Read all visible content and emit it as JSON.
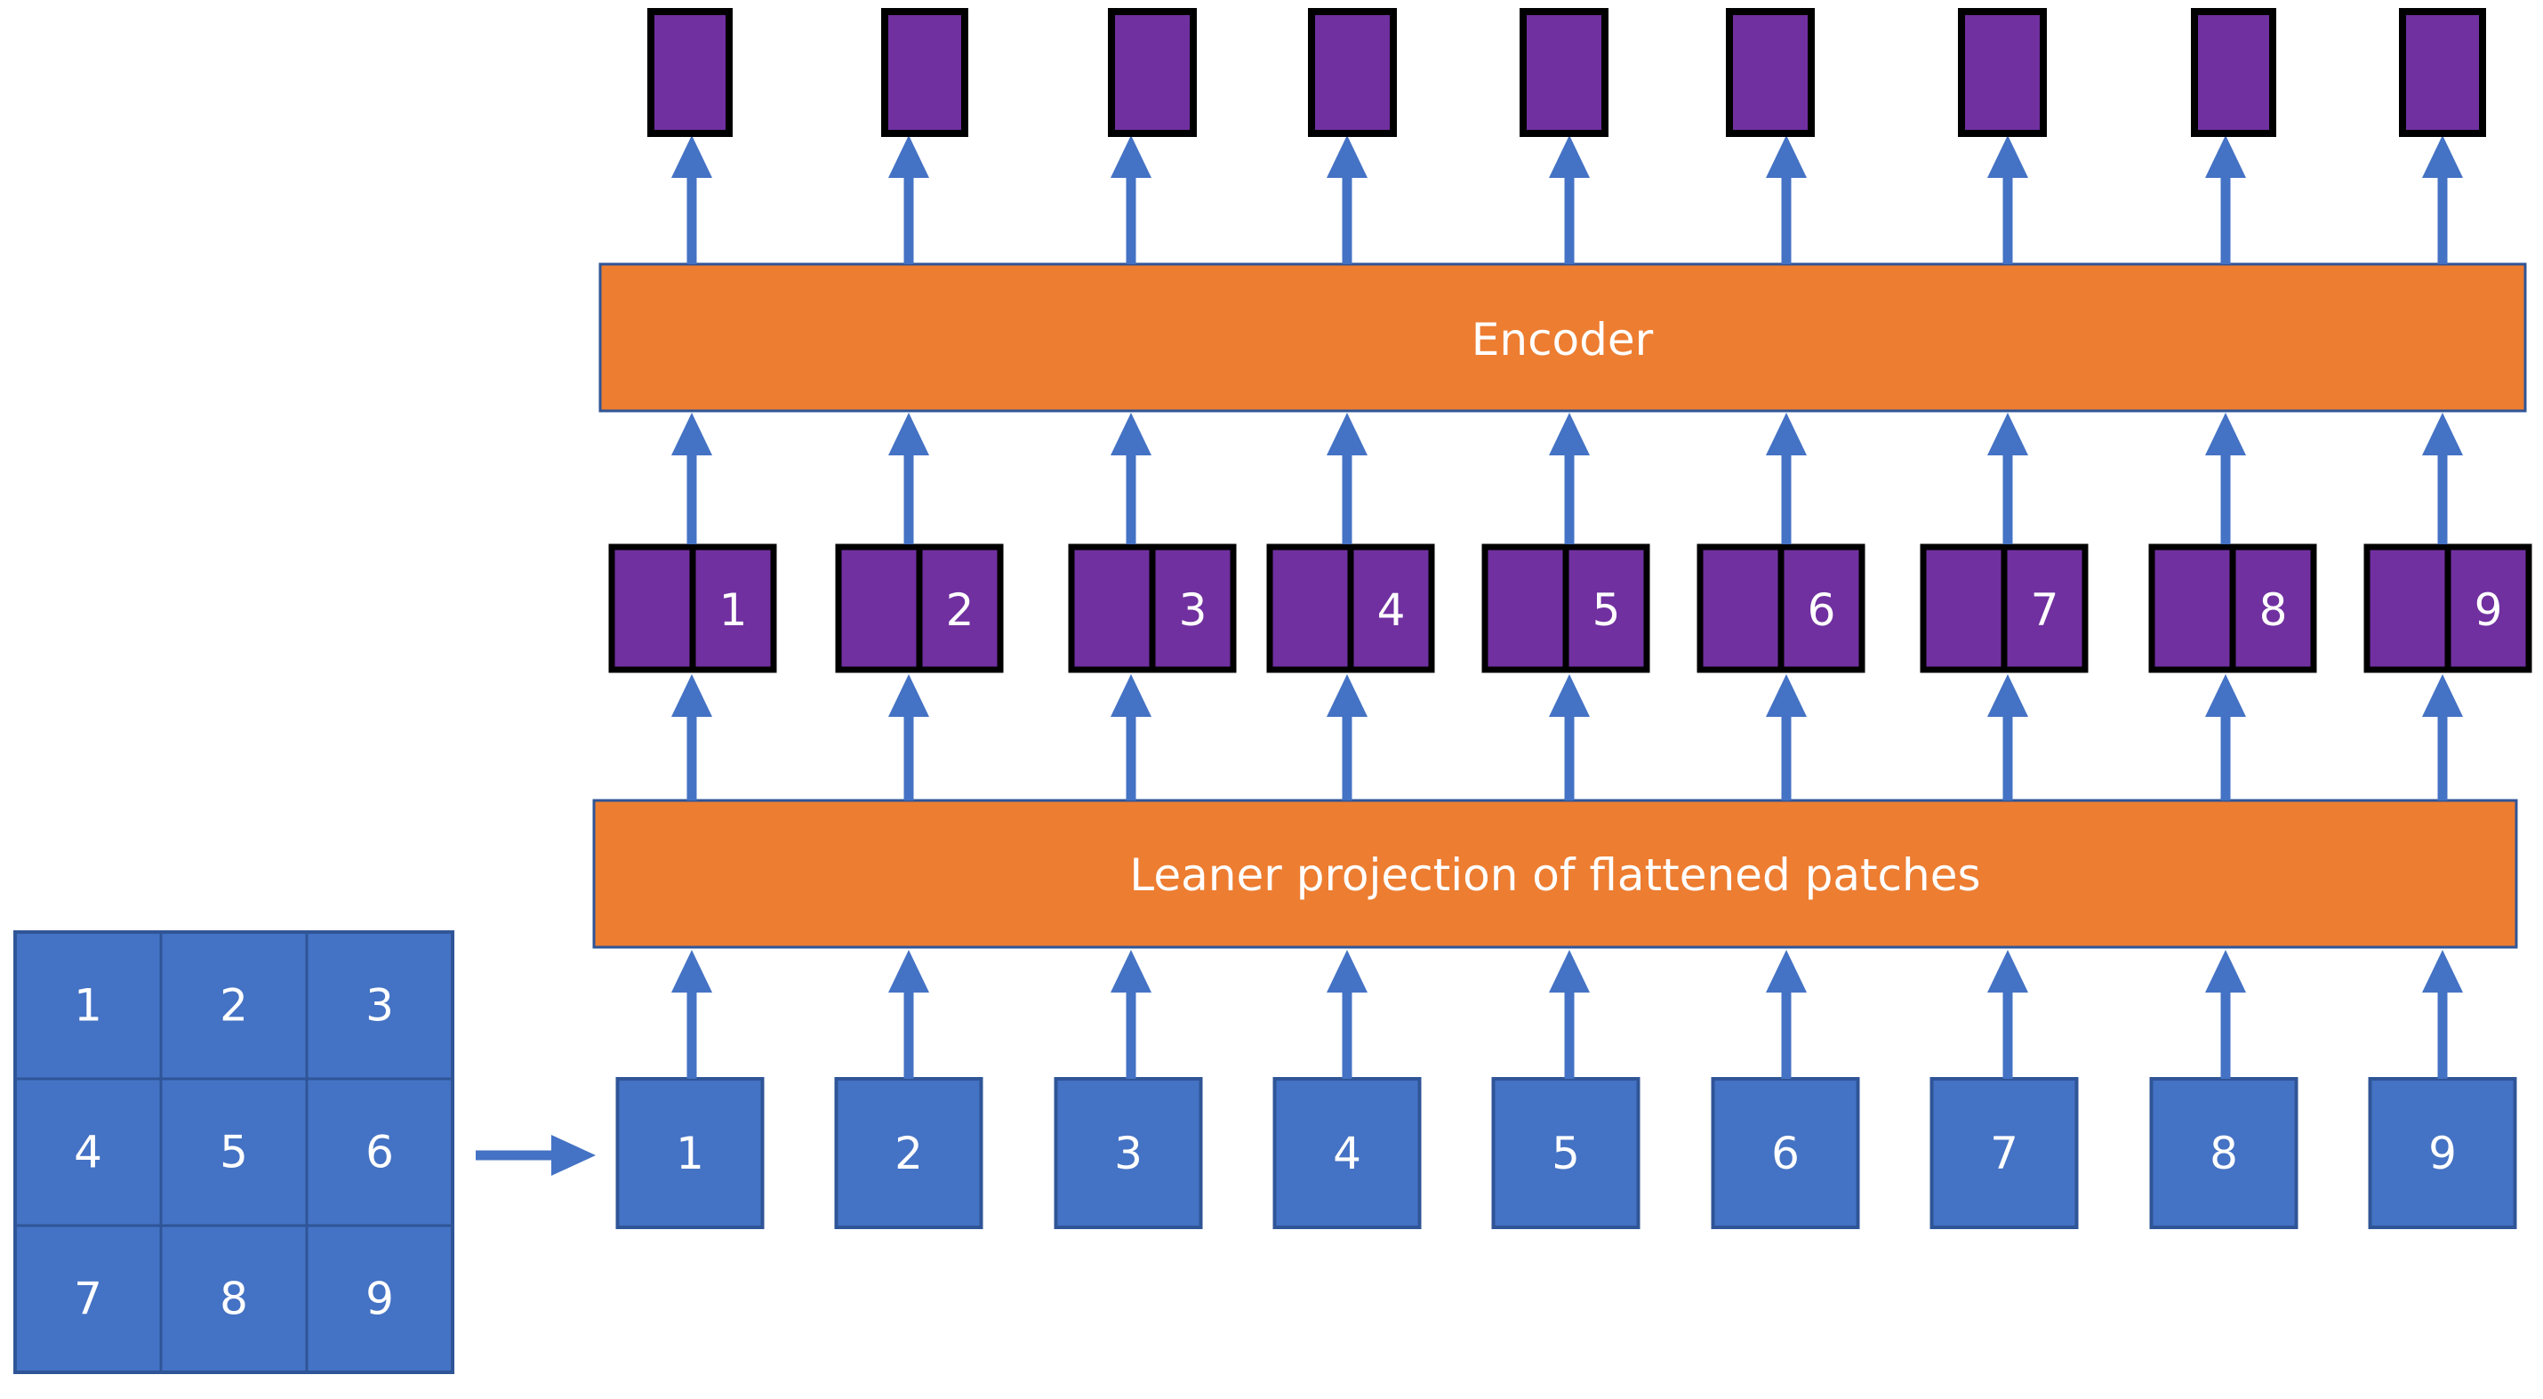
{
  "encoder": {
    "label": "Encoder"
  },
  "projection": {
    "label": "Leaner projection of flattened patches"
  },
  "image_grid": {
    "cells": [
      "1",
      "2",
      "3",
      "4",
      "5",
      "6",
      "7",
      "8",
      "9"
    ]
  },
  "patches": [
    "1",
    "2",
    "3",
    "4",
    "5",
    "6",
    "7",
    "8",
    "9"
  ],
  "position_tokens": [
    "1",
    "2",
    "3",
    "4",
    "5",
    "6",
    "7",
    "8",
    "9"
  ],
  "colors": {
    "patch_blue": "#4472c4",
    "patch_border": "#2f5597",
    "token_purple": "#7030a0",
    "token_border": "#000000",
    "bar_orange": "#ed7d31",
    "arrow_blue": "#4472c4"
  }
}
